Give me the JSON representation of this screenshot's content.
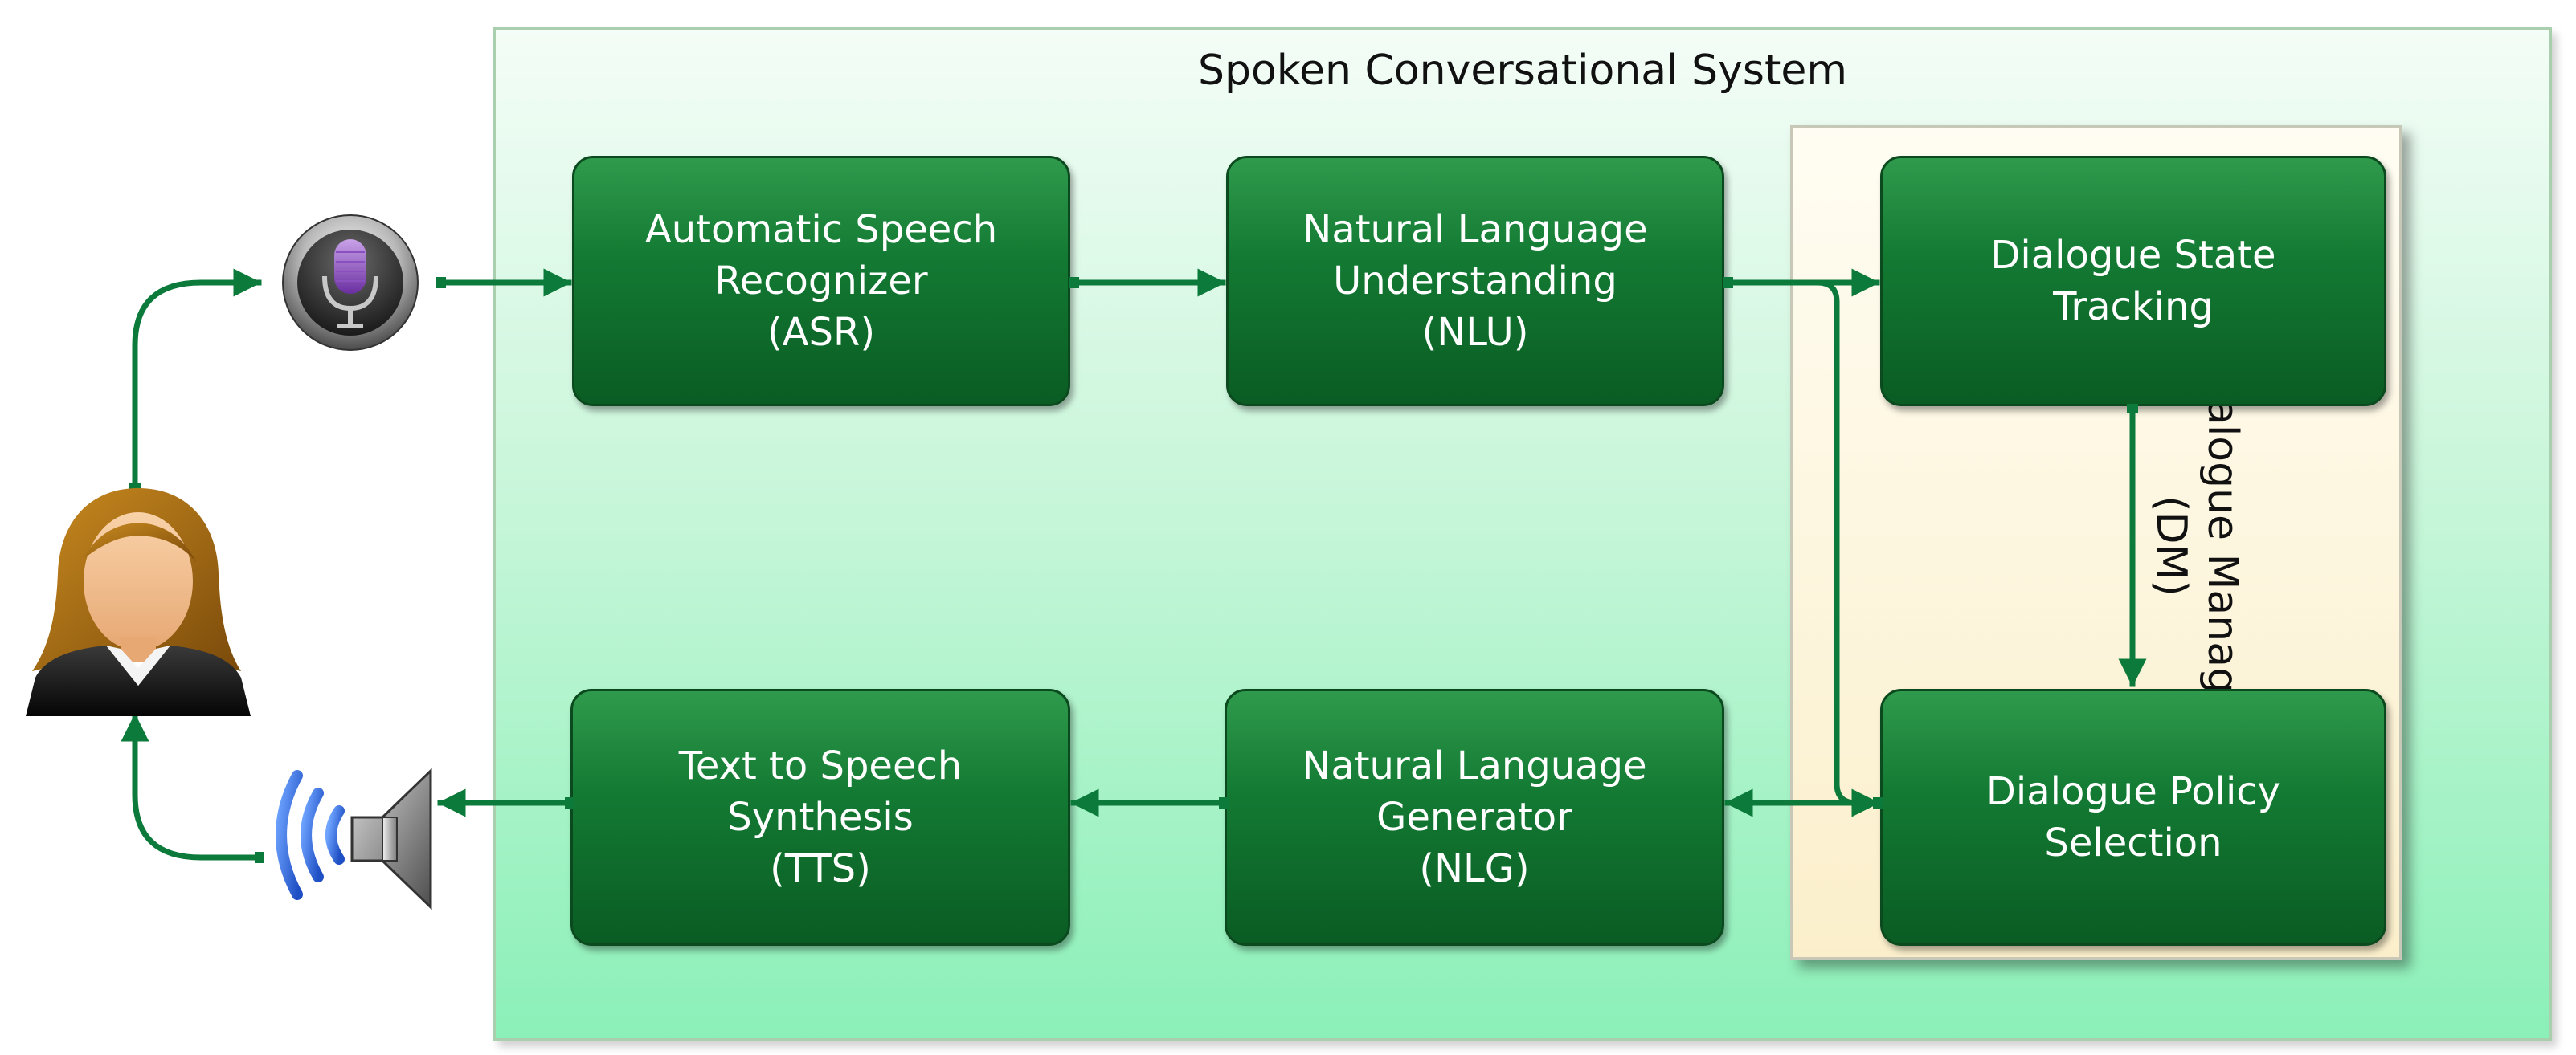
{
  "system": {
    "title": "Spoken Conversational System"
  },
  "dialogue_manager": {
    "label": "Dialogue Manager\n(DM)"
  },
  "modules": {
    "asr": "Automatic Speech\nRecognizer\n(ASR)",
    "nlu": "Natural Language\nUnderstanding\n(NLU)",
    "dst": "Dialogue State\nTracking",
    "dps": "Dialogue Policy\nSelection",
    "nlg": "Natural Language\nGenerator\n(NLG)",
    "tts": "Text to Speech\nSynthesis\n(TTS)"
  },
  "icons": {
    "user": "user-avatar-icon",
    "microphone": "microphone-icon",
    "speaker": "speaker-icon"
  },
  "colors": {
    "module_green": "#137a33",
    "link_green": "#0c7a3a",
    "system_bg": "#8bf0b8",
    "dm_bg": "#fbefcb"
  }
}
